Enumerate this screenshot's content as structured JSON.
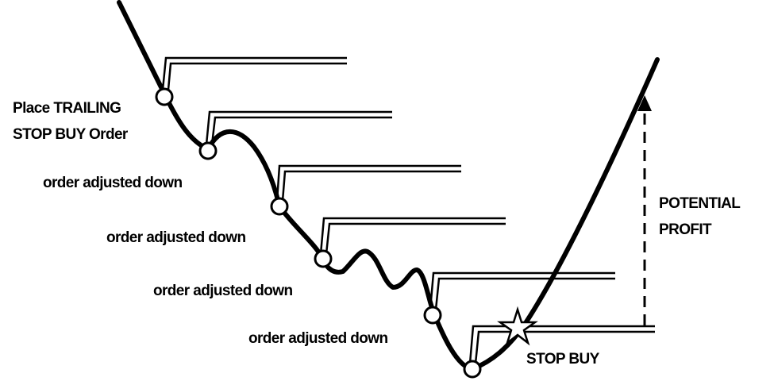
{
  "labels": {
    "place_line1": "Place TRAILING",
    "place_line2": "STOP BUY Order",
    "adjusted_1": "order adjusted down",
    "adjusted_2": "order adjusted down",
    "adjusted_3": "order adjusted down",
    "adjusted_4": "order adjusted down",
    "stop_buy": "STOP BUY",
    "potential_line1": "POTENTIAL",
    "potential_line2": "PROFIT"
  },
  "colors": {
    "line": "#000000",
    "marker_fill": "#ffffff",
    "background": "#ffffff"
  },
  "icons": {
    "order_marker": "circle-icon",
    "execution_marker": "star-icon"
  }
}
